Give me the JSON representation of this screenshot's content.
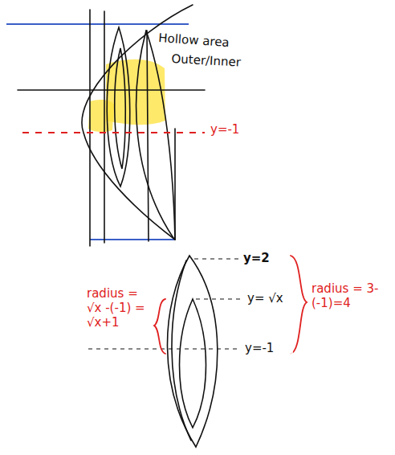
{
  "diagram": {
    "labels": [
      "Hollow area",
      "Outer/Inner",
      "y=-1",
      "y=2",
      "y= √x",
      "y=-1",
      "radius = √x -(-1) = √x+1",
      "radius = 3-(-1)=4"
    ]
  }
}
